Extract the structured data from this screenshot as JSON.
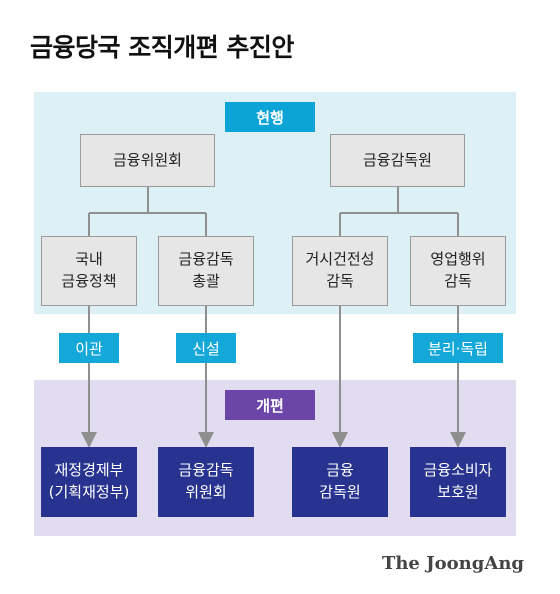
{
  "title": "금융당국 조직개편 추진안",
  "sections": {
    "current": "현행",
    "reform": "개편"
  },
  "current": {
    "fsc": "금융위원회",
    "fss": "금융감독원",
    "functions": [
      "국내\n금융정책",
      "금융감독\n총괄",
      "거시건전성\n감독",
      "영업행위\n감독"
    ]
  },
  "transitions": [
    "이관",
    "신설",
    "분리·독립"
  ],
  "reform": {
    "orgs": [
      "재정경제부\n(기획재정부)",
      "금융감독\n위원회",
      "금융\n감독원",
      "금융소비자\n보호원"
    ]
  },
  "logo": "The JoongAng",
  "colors": {
    "current_band": "#dcf0f5",
    "reform_band": "#e2dcf0",
    "current_tag": "#0ca4d6",
    "reform_tag": "#6b45a8",
    "transition_label": "#14a8d8",
    "reform_box": "#27338f",
    "connector": "#8f8f8f"
  }
}
